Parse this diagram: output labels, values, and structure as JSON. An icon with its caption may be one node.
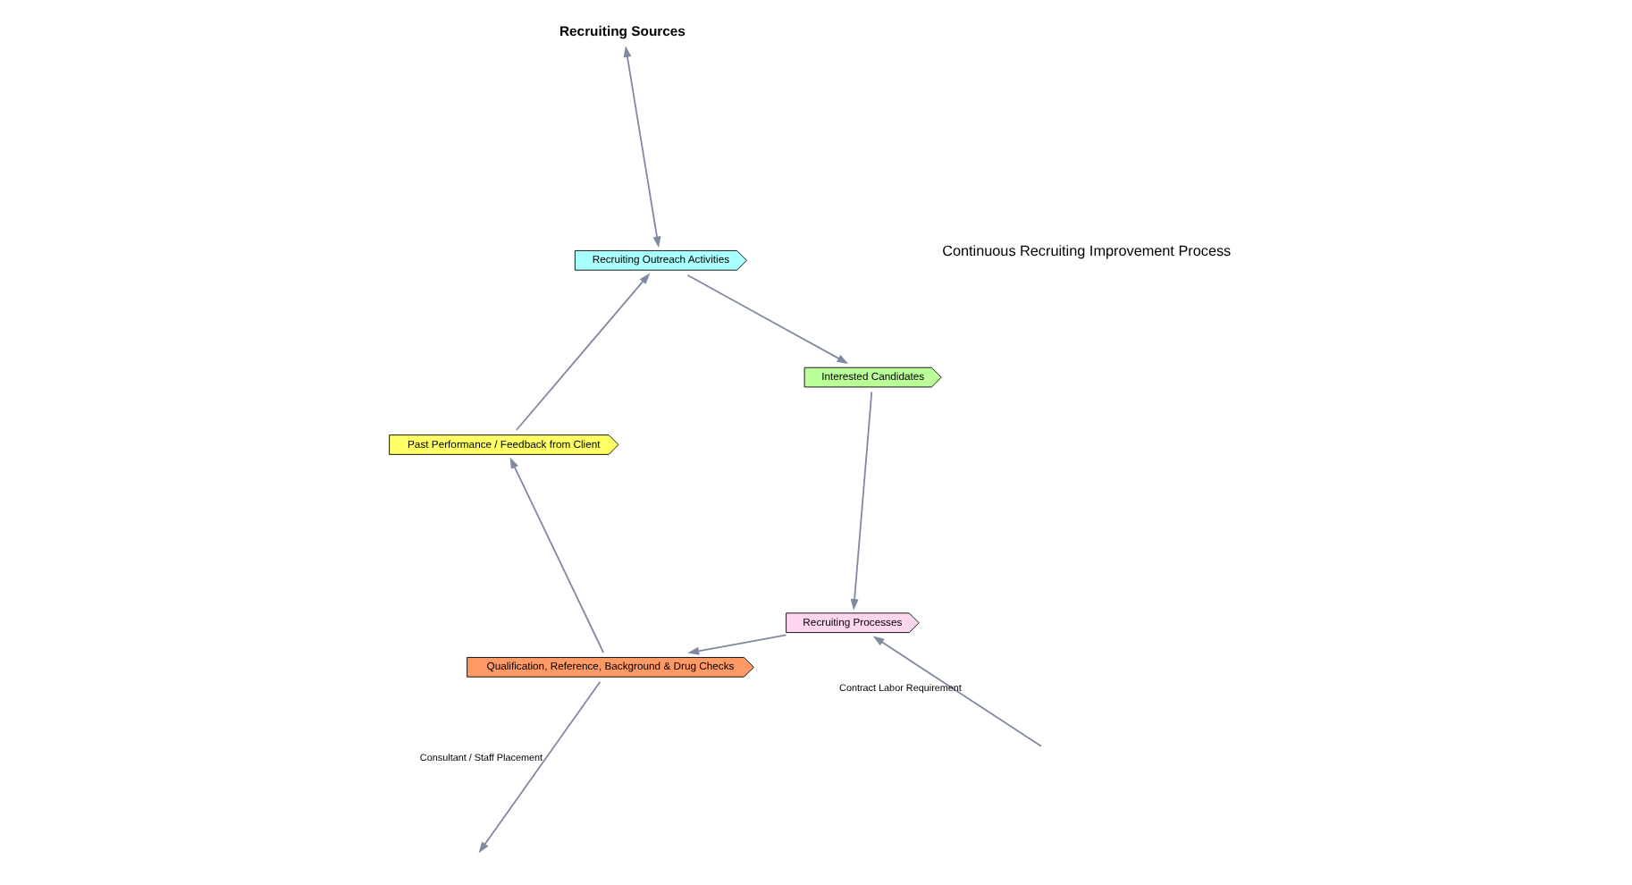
{
  "diagram": {
    "nodes": [
      {
        "text": [
          "Past Performance / Feedback from Client"
        ]
      },
      {
        "text": [
          "Recruiting Outreach Activities"
        ]
      },
      {
        "text": [
          "Interested Candidates"
        ]
      },
      {
        "text": [
          "Recruiting Processes"
        ]
      },
      {
        "text": [
          "Qualification, Reference, Background & Drug Checks"
        ]
      },
      {
        "text": [
          "Recruiting Sources"
        ]
      }
    ],
    "edges": [
      {
        "from": 0,
        "to": 1,
        "arrow": "to"
      },
      {
        "from": 1,
        "to": 2,
        "arrow": "to"
      },
      {
        "from": 2,
        "to": 3,
        "arrow": "to"
      },
      {
        "from": 3,
        "to": 4,
        "arrow": "to"
      },
      {
        "from": 4,
        "to": 0,
        "arrow": "to"
      },
      {
        "from": 1,
        "to": 5,
        "arrow": "both"
      },
      {
        "from": 4,
        "to": null,
        "arrow": "to",
        "label": "Consultant / Staff Placement"
      },
      {
        "from": null,
        "to": 3,
        "arrow": "to",
        "label": "Contract Labor Requirement"
      }
    ],
    "labels": [
      "Continuous Recruiting Improvement Process"
    ]
  }
}
